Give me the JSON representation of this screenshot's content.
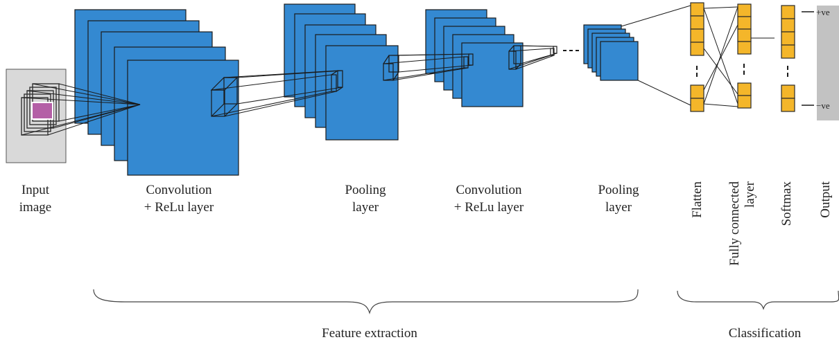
{
  "colors": {
    "feature_map": "#3489d1",
    "feature_map_stroke": "#1a1a1a",
    "neuron": "#f4b62a",
    "neuron_stroke": "#2a2a2a",
    "input_panel": "#d9d9d9",
    "input_patch": "#b45fa6",
    "output_panel": "#c2c2c2"
  },
  "stages": {
    "input": {
      "line1": "Input",
      "line2": "image"
    },
    "conv1": {
      "line1": "Convolution",
      "line2": "+ ReLu layer"
    },
    "pool1": {
      "line1": "Pooling",
      "line2": "layer"
    },
    "conv2": {
      "line1": "Convolution",
      "line2": "+ ReLu layer"
    },
    "pool2": {
      "line1": "Pooling",
      "line2": "layer"
    }
  },
  "classifier_labels": {
    "flatten": "Flatten",
    "fc_line1": "Fully connected",
    "fc_line2": "layer",
    "softmax": "Softmax",
    "output": "Output"
  },
  "output_classes": {
    "positive": "+ve",
    "negative": "−ve"
  },
  "groups": {
    "feature_extraction": "Feature extraction",
    "classification": "Classification"
  }
}
